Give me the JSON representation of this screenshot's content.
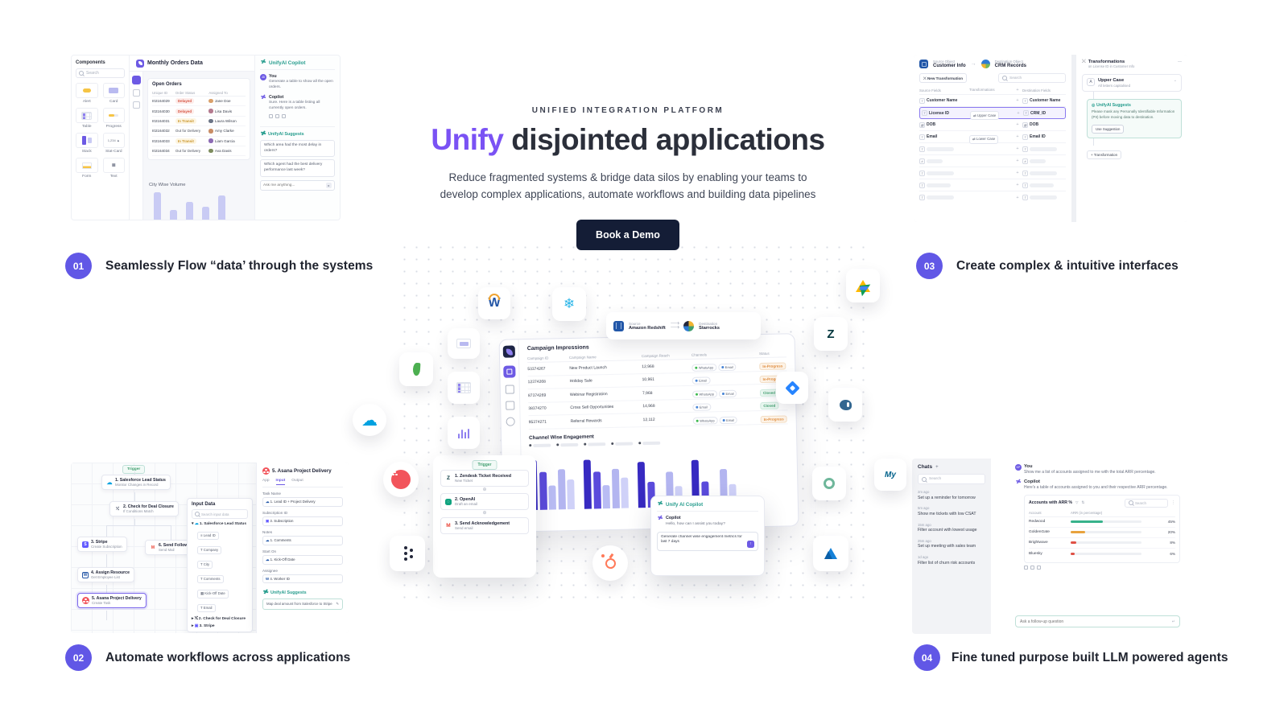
{
  "hero": {
    "eyebrow": "UNIFIED INTEGRATION PLATFORM",
    "title_highlight": "Unify",
    "title_rest": " disjointed applications",
    "subtitle": "Reduce fragmented systems & bridge data silos by enabling your teams to develop complex applications, automate workflows and building data pipelines",
    "cta_label": "Book a Demo"
  },
  "features": [
    {
      "number": "01",
      "title": "Seamlessly Flow “data’ through the systems"
    },
    {
      "number": "02",
      "title": "Automate workflows across applications"
    },
    {
      "number": "03",
      "title": "Create complex & intuitive interfaces"
    },
    {
      "number": "04",
      "title": "Fine tuned purpose built LLM powered agents"
    }
  ],
  "panel1": {
    "components": {
      "title": "Components",
      "search_placeholder": "Search",
      "items": [
        "Alert",
        "Card",
        "Table",
        "Progress",
        "Stack",
        "Stat-Card",
        "Form",
        "Text"
      ]
    },
    "app_title": "Monthly Orders Data",
    "orders": {
      "title": "Open Orders",
      "columns": [
        "Unique ID",
        "Order Status",
        "Assigned To"
      ],
      "rows": [
        {
          "id": "I02164029",
          "status": "Delayed",
          "assignee": "Jane Doe"
        },
        {
          "id": "I02164030",
          "status": "Delayed",
          "assignee": "Lisa Davis"
        },
        {
          "id": "I02164031",
          "status": "In Transit",
          "assignee": "Laura Wilson"
        },
        {
          "id": "I02164032",
          "status": "Out for Delivery",
          "assignee": "Amy Clarke"
        },
        {
          "id": "I02164033",
          "status": "In Transit",
          "assignee": "Liam Garcia"
        },
        {
          "id": "I02164034",
          "status": "Out for Delivery",
          "assignee": "Ava Davis"
        }
      ]
    },
    "chart_title": "City Wise Volume",
    "copilot": {
      "title": "UnifyAI Copilot",
      "you_label": "You",
      "you_avatar": "JD",
      "you_message": "Generate a table to show all the open orders.",
      "copilot_label": "Copilot",
      "copilot_message": "Sure. Here is a table listing all currently open orders.",
      "suggests_title": "UnifyAI Suggests",
      "suggestions": [
        "Which area had the most delay in orders?",
        "Which agent had the best delivery performance last week?"
      ],
      "input_placeholder": "Ask me anything..."
    }
  },
  "panel2": {
    "trigger_label": "Trigger",
    "nodes": [
      {
        "title": "1. Salesforce Lead Status",
        "subtitle": "Monitor Changes in Record"
      },
      {
        "title": "2. Check for Deal Closure",
        "subtitle": "If Conditions Match"
      },
      {
        "title": "3. Stripe",
        "subtitle": "Create Subscription"
      },
      {
        "title": "6. Send Follow Up",
        "subtitle": "Send Mail"
      },
      {
        "title": "4. Assign Resource",
        "subtitle": "Get Employee List"
      },
      {
        "title": "5. Asana Project Delivery",
        "subtitle": "Create Task"
      }
    ],
    "input_data": {
      "title": "Input Data",
      "search_placeholder": "Search input data",
      "group1_label": "1. Salesforce Lead Status",
      "group1_fields": [
        "Lead ID",
        "Company",
        "City",
        "Comments",
        "Kick-Off Date",
        "Email"
      ],
      "group2_label": "2. Check for Deal Closure",
      "group3_label": "3. Stripe"
    },
    "detail": {
      "title": "5. Asana Project Delivery",
      "tabs": [
        "App",
        "Input",
        "Output"
      ],
      "active_tab": "Input",
      "fields": [
        {
          "label": "Task Name",
          "value": "1. Lead ID   + Project Delivery"
        },
        {
          "label": "Subscription ID",
          "value": "3. Subscription"
        },
        {
          "label": "Notes",
          "value": "1. Comments"
        },
        {
          "label": "Start On",
          "value": "1. Kick-Off Date"
        },
        {
          "label": "Assignee",
          "value": "4. Worker ID"
        }
      ],
      "suggests_title": "UnifyAI Suggests",
      "suggestion": "Map deal amount from Salesforce to Stripe"
    }
  },
  "panel3": {
    "source_object_label": "Source Object",
    "source_object": "Customer Info",
    "destination_object_label": "Destination Object",
    "destination_object": "CRM Records",
    "new_transformation_label": "New Transformation",
    "search_placeholder": "Search",
    "columns": {
      "source": "Source Fields",
      "transformations": "Transformations",
      "plus": "+",
      "destination": "Destination Fields"
    },
    "rows": [
      {
        "source": "Customer Name",
        "transformation": "",
        "destination": "Customer Name"
      },
      {
        "source": "License ID",
        "transformation": "Upper Case",
        "destination": "CRM_ID"
      },
      {
        "source": "DOB",
        "transformation": "",
        "destination": "DOB"
      },
      {
        "source": "Email",
        "transformation": "Lower Case",
        "destination": "Email ID"
      }
    ],
    "side": {
      "title": "Transformations",
      "subtitle": "on License ID in Customer Info",
      "card_title": "Upper Case",
      "card_subtitle": "All letters capitalised",
      "card_icon_label": "A",
      "suggests_title": "UnifyAI Suggests",
      "suggests_body": "Please mask any Personally Identifiable Information (PII) before moving data to destination.",
      "use_suggestion_label": "Use Suggestion",
      "add_transformation_label": "+ Transformation"
    }
  },
  "panel4": {
    "chats": {
      "title": "Chats",
      "add_label": "+",
      "search_placeholder": "Search",
      "items": [
        {
          "time": "2m ago",
          "text": "Set up a reminder for tomorrow"
        },
        {
          "time": "5m ago",
          "text": "Show me tickets with low CSAT"
        },
        {
          "time": "15m ago",
          "text": "Filter account with lowest usage"
        },
        {
          "time": "25m ago",
          "text": "Set up meeting with sales team"
        },
        {
          "time": "1d ago",
          "text": "Filter list of churn risk accounts"
        }
      ]
    },
    "conversation": {
      "you_label": "You",
      "you_avatar": "KP",
      "you_message": "Show me a list of accounts assigned to me with the total ARR percentage.",
      "copilot_label": "Copilot",
      "copilot_message": "Here's a table of accounts assigned to you and their respective ARR percentage.",
      "table_title": "Accounts with ARR %",
      "search_placeholder": "Search",
      "columns": [
        "Account",
        "ARR (in percentage)"
      ],
      "rows": [
        {
          "account": "Redwood",
          "arr": "45%",
          "bar_style": "width:45%;background:#37b28b"
        },
        {
          "account": "GoldenGate",
          "arr": "20%",
          "bar_style": "width:20%;background:#e8a23d"
        },
        {
          "account": "Brightwave",
          "arr": "8%",
          "bar_style": "width:8%;background:#df5146"
        },
        {
          "account": "Bluesky",
          "arr": "6%",
          "bar_style": "width:6%;background:#df5146"
        }
      ],
      "input_placeholder": "Ask a follow-up question",
      "enter_glyph": "↵"
    }
  },
  "center": {
    "pipeline": {
      "source_label": "Source",
      "source_value": "Amazon Redshift",
      "destination_label": "Destination",
      "destination_value": "Starrocks"
    },
    "dashboard": {
      "table_title": "Campaign Impressions",
      "columns": [
        "Campaign ID",
        "Campaign Name",
        "Campaign Reach",
        "Channels",
        "Status"
      ],
      "rows": [
        {
          "id": "53374267",
          "name": "New Product Launch",
          "reach": "12,968",
          "channels": [
            "WhatsApp",
            "Email"
          ],
          "status": "In-Progress"
        },
        {
          "id": "12374268",
          "name": "Holiday Sale",
          "reach": "10,961",
          "channels": [
            "Email"
          ],
          "status": "In-Progress"
        },
        {
          "id": "87374269",
          "name": "Webinar Registration",
          "reach": "7,968",
          "channels": [
            "WhatsApp",
            "Email"
          ],
          "status": "Closed"
        },
        {
          "id": "38374270",
          "name": "Cross Sell Opportunities",
          "reach": "14,968",
          "channels": [
            "Email"
          ],
          "status": "Closed"
        },
        {
          "id": "95374271",
          "name": "Referral Rewards",
          "reach": "12,112",
          "channels": [
            "WhatsApp",
            "Email"
          ],
          "status": "In-Progress"
        }
      ],
      "chart_title": "Channel Wise Engagement"
    },
    "trigger_card": {
      "badge": "Trigger",
      "steps": [
        {
          "title": "1. Zendesk Ticket Received",
          "subtitle": "New Ticket"
        },
        {
          "title": "2. OpenAI",
          "subtitle": "Draft an email"
        },
        {
          "title": "3. Send Acknowledgement",
          "subtitle": "Send email"
        }
      ]
    },
    "copilot_card": {
      "title": "Unify AI Copilot",
      "copilot_label": "Copilot",
      "message": "Hello, how can I assist you today?",
      "input_value": "Generate channel wise engagement metrics for last 7 days"
    }
  },
  "chart_data": [
    {
      "type": "bar",
      "title": "City Wise Volume",
      "values": [
        34,
        12,
        22,
        16,
        30
      ],
      "color": "#c9cbf4"
    },
    {
      "type": "bar",
      "title": "Channel Wise Engagement",
      "series_note": "four groups of five bars, dark-to-light purple",
      "groups": [
        [
          62,
          47,
          30,
          50,
          37
        ],
        [
          61,
          46,
          29,
          49,
          38
        ],
        [
          57,
          32,
          5,
          44,
          26
        ],
        [
          58,
          31,
          4,
          46,
          27
        ]
      ],
      "bar_colors": [
        "#372ac1",
        "#5b4bdc",
        "#b9bcf4",
        "#b3b5f0",
        "#cfd1f8"
      ]
    }
  ],
  "charts": {
    "city": {
      "values": [
        34,
        12,
        22,
        16,
        30
      ],
      "color": "#c9cbf4"
    },
    "eng_g1": {
      "values": [
        62,
        47,
        30,
        50,
        37
      ],
      "colors": [
        "#372ac1",
        "#5b4bdc",
        "#b9bcf4",
        "#b3b5f0",
        "#cfd1f8"
      ]
    },
    "eng_g2": {
      "values": [
        61,
        46,
        29,
        49,
        38
      ],
      "colors": [
        "#372ac1",
        "#5b4bdc",
        "#b9bcf4",
        "#b3b5f0",
        "#cfd1f8"
      ]
    },
    "eng_g3": {
      "values": [
        57,
        32,
        5,
        44,
        26
      ],
      "colors": [
        "#372ac1",
        "#5b4bdc",
        "#b9bcf4",
        "#b3b5f0",
        "#cfd1f8"
      ]
    },
    "eng_g4": {
      "values": [
        58,
        31,
        4,
        46,
        27
      ],
      "colors": [
        "#372ac1",
        "#5b4bdc",
        "#b9bcf4",
        "#b3b5f0",
        "#cfd1f8"
      ]
    }
  },
  "colors": {
    "accent_purple": "#6d5ae4",
    "hero_purple": "#7a52f4",
    "teal": "#279d8e",
    "cta_navy": "#141d36",
    "status_inprogress": "#df8a3a",
    "status_closed": "#3f9e6e",
    "status_delayed": "#d65745",
    "status_transit": "#c9962c"
  }
}
